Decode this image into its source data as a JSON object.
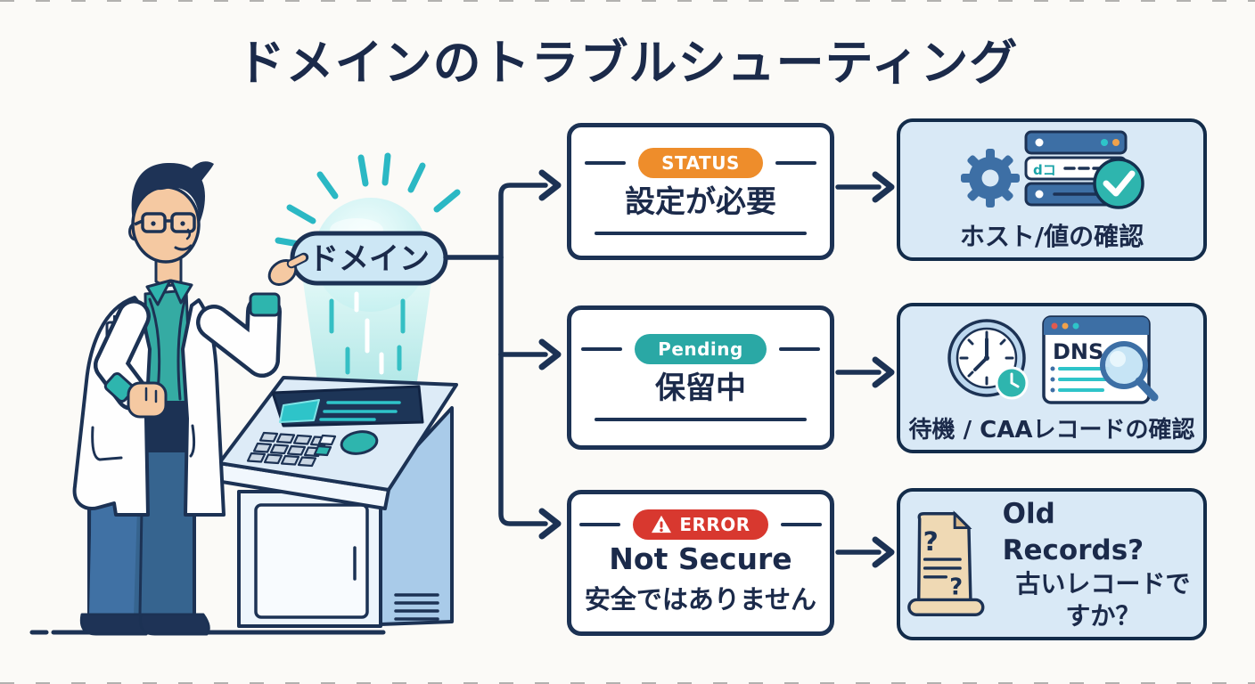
{
  "title": "ドメインのトラブルシューティング",
  "source": {
    "label": "ドメイン"
  },
  "rows": [
    {
      "status": {
        "badge": "STATUS",
        "title": "設定が必要"
      },
      "result": {
        "label": "ホスト/値の確認",
        "icons": [
          "gear-icon",
          "server-stack-icon",
          "check-circle-icon"
        ]
      }
    },
    {
      "status": {
        "badge": "Pending",
        "title": "保留中"
      },
      "result": {
        "label": "待機 / CAAレコードの確認",
        "icons": [
          "clock-icon",
          "dns-search-icon",
          "magnifier-icon"
        ]
      }
    },
    {
      "status": {
        "badge": "ERROR",
        "badge_icon": "warning-triangle-icon",
        "title": "Not Secure",
        "subtitle": "安全ではありません"
      },
      "result": {
        "title": "Old Records?",
        "line1": "古いレコードで",
        "line2": "すか？",
        "icons": [
          "old-document-icon"
        ]
      }
    }
  ],
  "icons": {
    "server_label": "dコ",
    "dns_label": "DNS",
    "question_mark": "?"
  },
  "illustration": {
    "description": "scientist pointing at holographic domain label projected from a kiosk terminal"
  },
  "colors": {
    "background": "#FBFAF7",
    "outline_navy": "#1C3254",
    "text_navy": "#1B2A4A",
    "status_orange": "#EE8D2B",
    "pending_teal": "#2AA8A5",
    "error_red": "#D8382F",
    "panel_blue": "#D9E9F6",
    "accent_teal": "#2EB5AE",
    "glow_teal": "#2BB8C4",
    "server_blue": "#3D6FA5",
    "parchment_tan": "#EFD9B4",
    "skin": "#F5C9A2"
  }
}
